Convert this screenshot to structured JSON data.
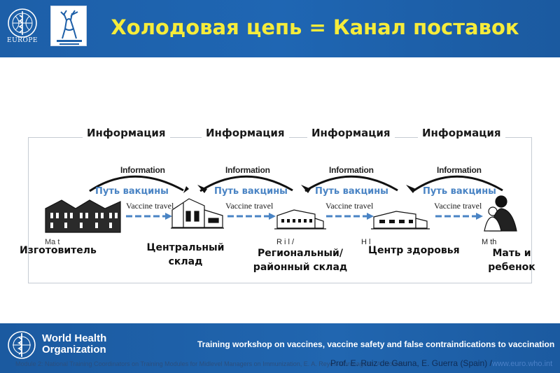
{
  "header": {
    "title": "Холодовая цепь = Канал поставок",
    "europe_label": "EUROPE"
  },
  "diagram": {
    "info_top": [
      "Информация",
      "Информация",
      "Информация",
      "Информация"
    ],
    "info_arc_label": [
      "Information",
      "Information",
      "Information",
      "Information"
    ],
    "path_ru": [
      "Путь вакцины",
      "Путь вакцины",
      "Путь вакцины",
      "Путь вакцины"
    ],
    "travel_en": [
      "Vaccine travel",
      "Vaccine travel",
      "Vaccine travel",
      "Vaccine travel"
    ],
    "nodes": [
      {
        "label": "Изготовитель"
      },
      {
        "label_line1": "Центральный",
        "label_line2": "склад"
      },
      {
        "label_line1": "Региональный/",
        "label_line2": "районный склад"
      },
      {
        "label": "Центр здоровья"
      },
      {
        "label_line1": "Мать и",
        "label_line2": "ребенок"
      }
    ]
  },
  "footer": {
    "org_line1": "World Health",
    "org_line2": "Organization",
    "training": "Training workshop on vaccines, vaccine safety and false contraindications to vaccination",
    "credit_left": "Module 2: National Training Coordinators on Training Modules for Midlevel Managers on Immunization, E. A. Reyes-Monteagudo, A. Romero",
    "credit_right": "Prof. E. Ruiz de Gauna, E. Guerra",
    "credit_suffix": "(Spain) /",
    "url": "www.euro.who.int"
  },
  "colors": {
    "header_blue": "#1d5fa8",
    "title_yellow": "#f6ec3a",
    "path_blue": "#4a84c4"
  }
}
